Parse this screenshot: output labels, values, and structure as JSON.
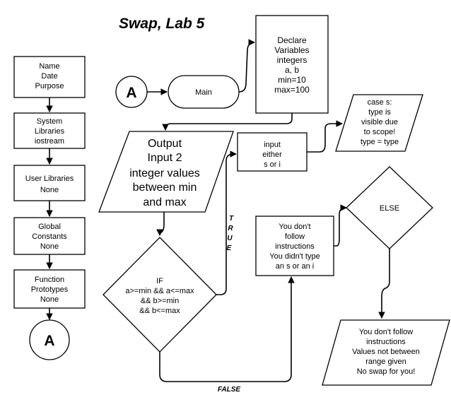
{
  "title": "Swap, Lab 5",
  "left_column": {
    "boxes": [
      [
        "Name",
        "Date",
        "Purpose"
      ],
      [
        "System",
        "Libraries",
        "iostream"
      ],
      [
        "User Libraries",
        "None"
      ],
      [
        "Global",
        "Constants",
        "None"
      ],
      [
        "Function",
        "Prototypes",
        "None"
      ]
    ],
    "connector": "A"
  },
  "start_connector": "A",
  "main_terminal": "Main",
  "declare_box": [
    "Declare",
    "Variables",
    "integers",
    "a, b",
    "min=10",
    "max=100"
  ],
  "output_box": [
    "Output",
    "Input 2",
    "integer values",
    "between min",
    "and max"
  ],
  "input_box": [
    "input",
    "either",
    "s or i"
  ],
  "case_box": [
    "case s:",
    "type is",
    "visible due",
    "to scope!",
    "type = type"
  ],
  "if_decision": [
    "IF",
    "a>=min && a<=max",
    "&& b>=min",
    "&& b<=max"
  ],
  "invalid_type_box": [
    "You don't",
    "follow",
    "instructions",
    "You didn't type",
    "an s or an i"
  ],
  "else_decision": "ELSE",
  "invalid_range_box": [
    "You don't follow",
    "instructions",
    "Values not between",
    "range given",
    "No swap for you!"
  ],
  "true_label": [
    "T",
    "R",
    "U",
    "E"
  ],
  "false_label": "FALSE"
}
